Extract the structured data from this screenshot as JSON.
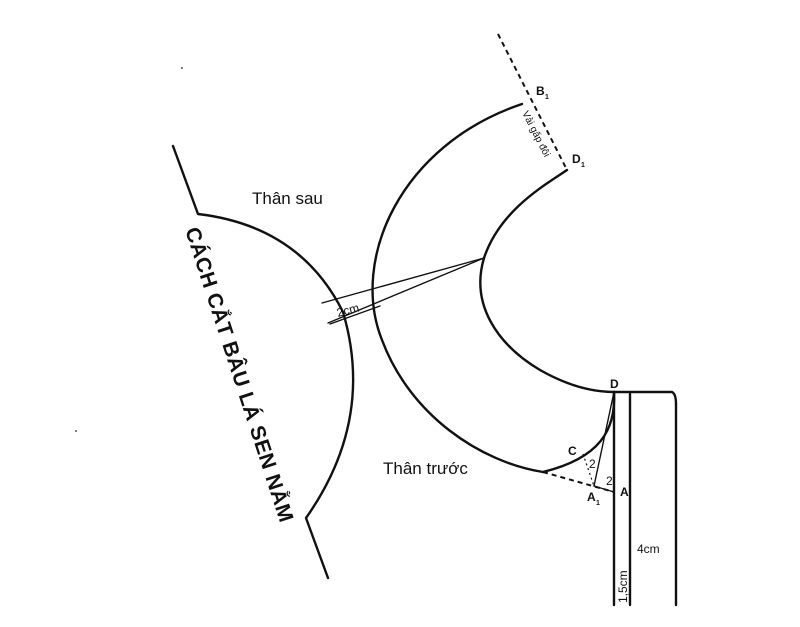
{
  "title": "CÁCH CẮT BÂU LÁ SEN NẰM",
  "labels": {
    "back_body": "Thân sau",
    "front_body": "Thân trước",
    "measure_2cm": "2cm",
    "measure_4cm": "4cm",
    "measure_1_5cm": "1,5cm",
    "measure_2_a": "2",
    "measure_2_b": "2",
    "fold_note": "Vải gấp đôi"
  },
  "points": {
    "B1_letter": "B",
    "B1_sub": "1",
    "D1_letter": "D",
    "D1_sub": "1",
    "D": "D",
    "C": "C",
    "A": "A",
    "A1_letter": "A",
    "A1_sub": "1"
  }
}
